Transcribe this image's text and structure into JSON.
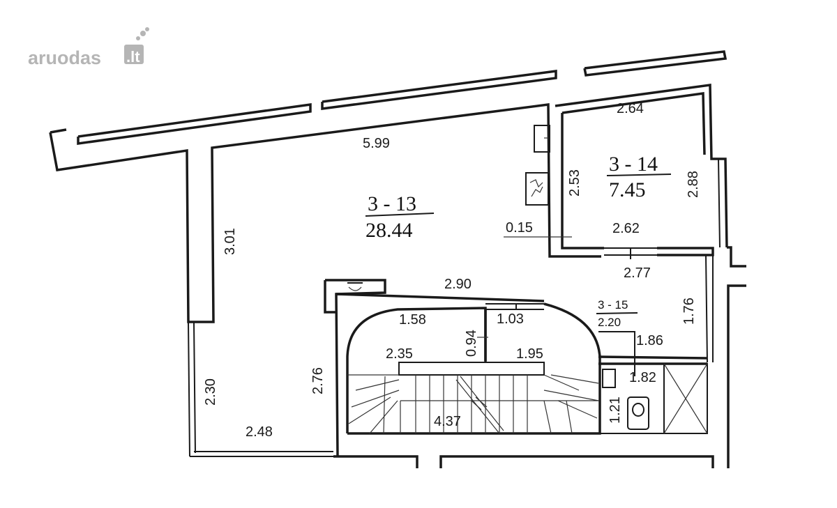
{
  "watermark": {
    "brand": "aruodas",
    "tld": ".lt"
  },
  "rooms": [
    {
      "id": "3 - 13",
      "area": "28.44"
    },
    {
      "id": "3 - 14",
      "area": "7.45"
    },
    {
      "id": "3 - 15",
      "area": "2.20"
    }
  ],
  "dimensions": {
    "d599": "5.99",
    "d301": "3.01",
    "d264": "2.64",
    "d253": "2.53",
    "d288": "2.88",
    "d015": "0.15",
    "d262": "2.62",
    "d277": "2.77",
    "d290": "2.90",
    "d176": "1.76",
    "d158": "1.58",
    "d094": "0.94",
    "d103": "1.03",
    "d186": "1.86",
    "d235": "2.35",
    "d195": "1.95",
    "d182": "1.82",
    "d276": "2.76",
    "d230": "2.30",
    "d248": "2.48",
    "d437": "4.37",
    "d121": "1.21"
  },
  "colors": {
    "lines": "#1a1a1a",
    "watermark": "#b5b5b5",
    "background": "#ffffff"
  }
}
